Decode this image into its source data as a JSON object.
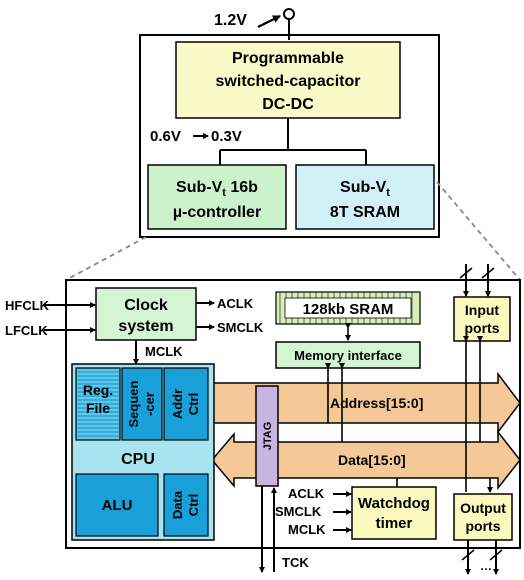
{
  "top": {
    "supply_voltage": "1.2V",
    "dcdc_line1": "Programmable",
    "dcdc_line2": "switched-capacitor",
    "dcdc_line3": "DC-DC",
    "output_voltage_a": "0.6V",
    "output_voltage_b": "0.3V",
    "uc_line1": "Sub-V",
    "uc_sub": "t",
    "uc_line1_rest": " 16b",
    "uc_line2": "µ-controller",
    "sram_line1": "Sub-V",
    "sram_sub": "t",
    "sram_line2": "8T SRAM"
  },
  "detail": {
    "hfclk": "HFCLK",
    "lfclk": "LFCLK",
    "clock_line1": "Clock",
    "clock_line2": "system",
    "aclk": "ACLK",
    "smclk": "SMCLK",
    "mclk": "MCLK",
    "sram_block": "128kb SRAM",
    "memory_interface": "Memory interface",
    "input_ports_line1": "Input",
    "input_ports_line2": "ports",
    "regfile_line1": "Reg.",
    "regfile_line2": "File",
    "sequencer_line1": "Sequen",
    "sequencer_line2": "-cer",
    "addrctrl_line1": "Addr",
    "addrctrl_line2": "Ctrl",
    "cpu": "CPU",
    "alu": "ALU",
    "datactrl_line1": "Data",
    "datactrl_line2": "Ctrl",
    "jtag": "JTAG",
    "address_bus": "Address[15:0]",
    "data_bus": "Data[15:0]",
    "wd_aclk": "ACLK",
    "wd_smclk": "SMCLK",
    "wd_mclk": "MCLK",
    "watchdog_line1": "Watchdog",
    "watchdog_line2": "timer",
    "output_ports_line1": "Output",
    "output_ports_line2": "ports",
    "tck": "TCK",
    "ellipsis": "…"
  },
  "colors": {
    "dcdc": "#fafac8",
    "microcontroller": "#ccf2cc",
    "sram": "#d2f0f8",
    "block_green": "#d4f5d4",
    "ports_yellow": "#fafabe",
    "cpu_outer": "#a8e4f0",
    "cpu_block": "#1aa0d8",
    "regfile_stripe": "#58c8ee",
    "bus_fill": "#f5c898",
    "jtag_fill": "#c8b4e0",
    "watchdog": "#fafabe",
    "sram_cell": "#d8f0b8"
  }
}
